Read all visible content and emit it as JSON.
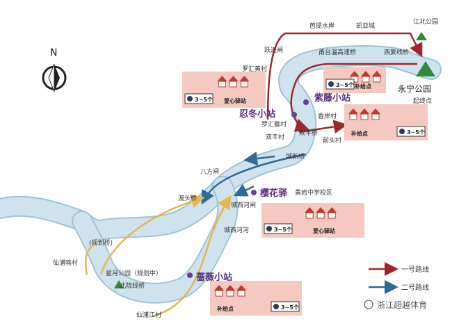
{
  "compass": {
    "north": "N"
  },
  "labels": {
    "batishuian": "芭提水岸",
    "kaiyacheng": "凯亚城",
    "jiangbei_park": "江北公园",
    "yuejinzha": "跃进闸",
    "yongtai_bridge": "甬台温高速桥",
    "xifu_bridge": "西复线桥",
    "yongning_park": "永宁公园",
    "start_end": "起终点",
    "luohui_huang": "罗汇黄村",
    "luohui_cai": "罗汇蔡村",
    "shuangfeng_bridge": "双丰桥",
    "xiangan": "香岸村",
    "shuangfeng_cun": "双丰村",
    "qiantou": "前头村",
    "chengxin_bridge": "城新桥",
    "bafang_zha": "八方闸",
    "dutou_bridge": "渡头桥",
    "huangyan_school": "黄岩中学校区",
    "chengxi_zha": "城西河闸",
    "chengxi_river": "城西河河",
    "guihua_bridge": "(规划桥)",
    "xianpu_yucun": "仙浦喻村",
    "xingyue_park": "星月公园（规划中）",
    "beiyuan_bridge": "北院线桥",
    "xianpu_jiangcun": "仙浦江村"
  },
  "stations": {
    "zitang": "紫藤小站",
    "rendong": "忍冬小站",
    "yinghua": "樱花驿",
    "qiangwei": "蔷薇小站"
  },
  "cards": {
    "card1": {
      "title": "爱心驿站",
      "count": "3~5个"
    },
    "card2": {
      "title": "补给点",
      "count": "3~5个"
    },
    "card3": {
      "title": "补给点",
      "count": "3~5个"
    },
    "card4": {
      "title": "爱心驿站",
      "count": "3~5个"
    },
    "card5": {
      "title": "补给点",
      "count": "3~5个"
    }
  },
  "legend": {
    "route1": "一号路线",
    "route2": "二号路线"
  },
  "colors": {
    "river_fill": "#cfe3ee",
    "river_edge": "#9cc3d6",
    "route1": "#a0262e",
    "route2": "#2c6a9a",
    "route_extra": "#e5b64e",
    "station": "#6a3d96",
    "card_bg": "#f5c9c0",
    "park_green": "#2b8c3a"
  },
  "watermark": "浙江超越体育"
}
